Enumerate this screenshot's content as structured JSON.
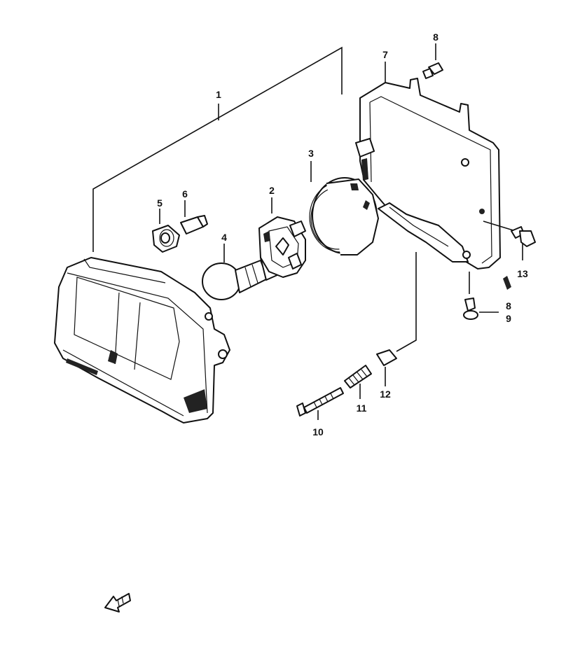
{
  "callouts": {
    "c1": "1",
    "c2": "2",
    "c3": "3",
    "c4": "4",
    "c5": "5",
    "c6": "6",
    "c7": "7",
    "c8a": "8",
    "c8b": "8",
    "c9": "9",
    "c10": "10",
    "c11": "11",
    "c12": "12",
    "c13": "13"
  },
  "colors": {
    "ink": "#111111",
    "paper": "#ffffff"
  },
  "icons": {
    "front_arrow": "front-direction-arrow-icon"
  }
}
